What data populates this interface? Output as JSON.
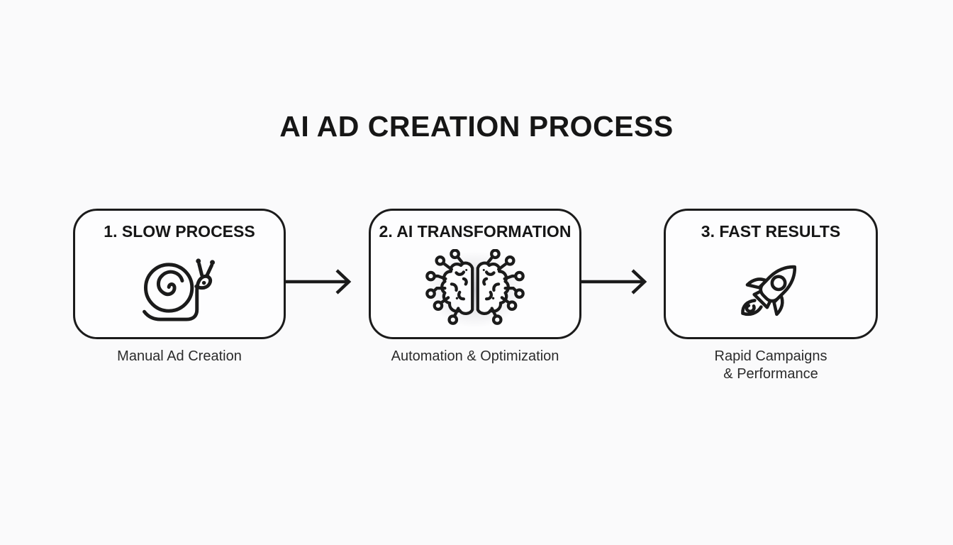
{
  "title": "AI AD CREATION PROCESS",
  "steps": [
    {
      "heading": "1. SLOW PROCESS",
      "caption": "Manual Ad Creation",
      "icon": "snail-icon"
    },
    {
      "heading": "2. AI TRANSFORMATION",
      "caption": "Automation & Optimization",
      "icon": "ai-brain-circuit-icon"
    },
    {
      "heading": "3. FAST RESULTS",
      "caption": "Rapid Campaigns\n& Performance",
      "icon": "rocket-icon"
    }
  ],
  "colors": {
    "background": "#fafafb",
    "line": "#1b1b1b",
    "heading_text": "#161616",
    "caption_text": "#2b2b2b",
    "glow": "rgba(125,125,138,0.33)"
  }
}
